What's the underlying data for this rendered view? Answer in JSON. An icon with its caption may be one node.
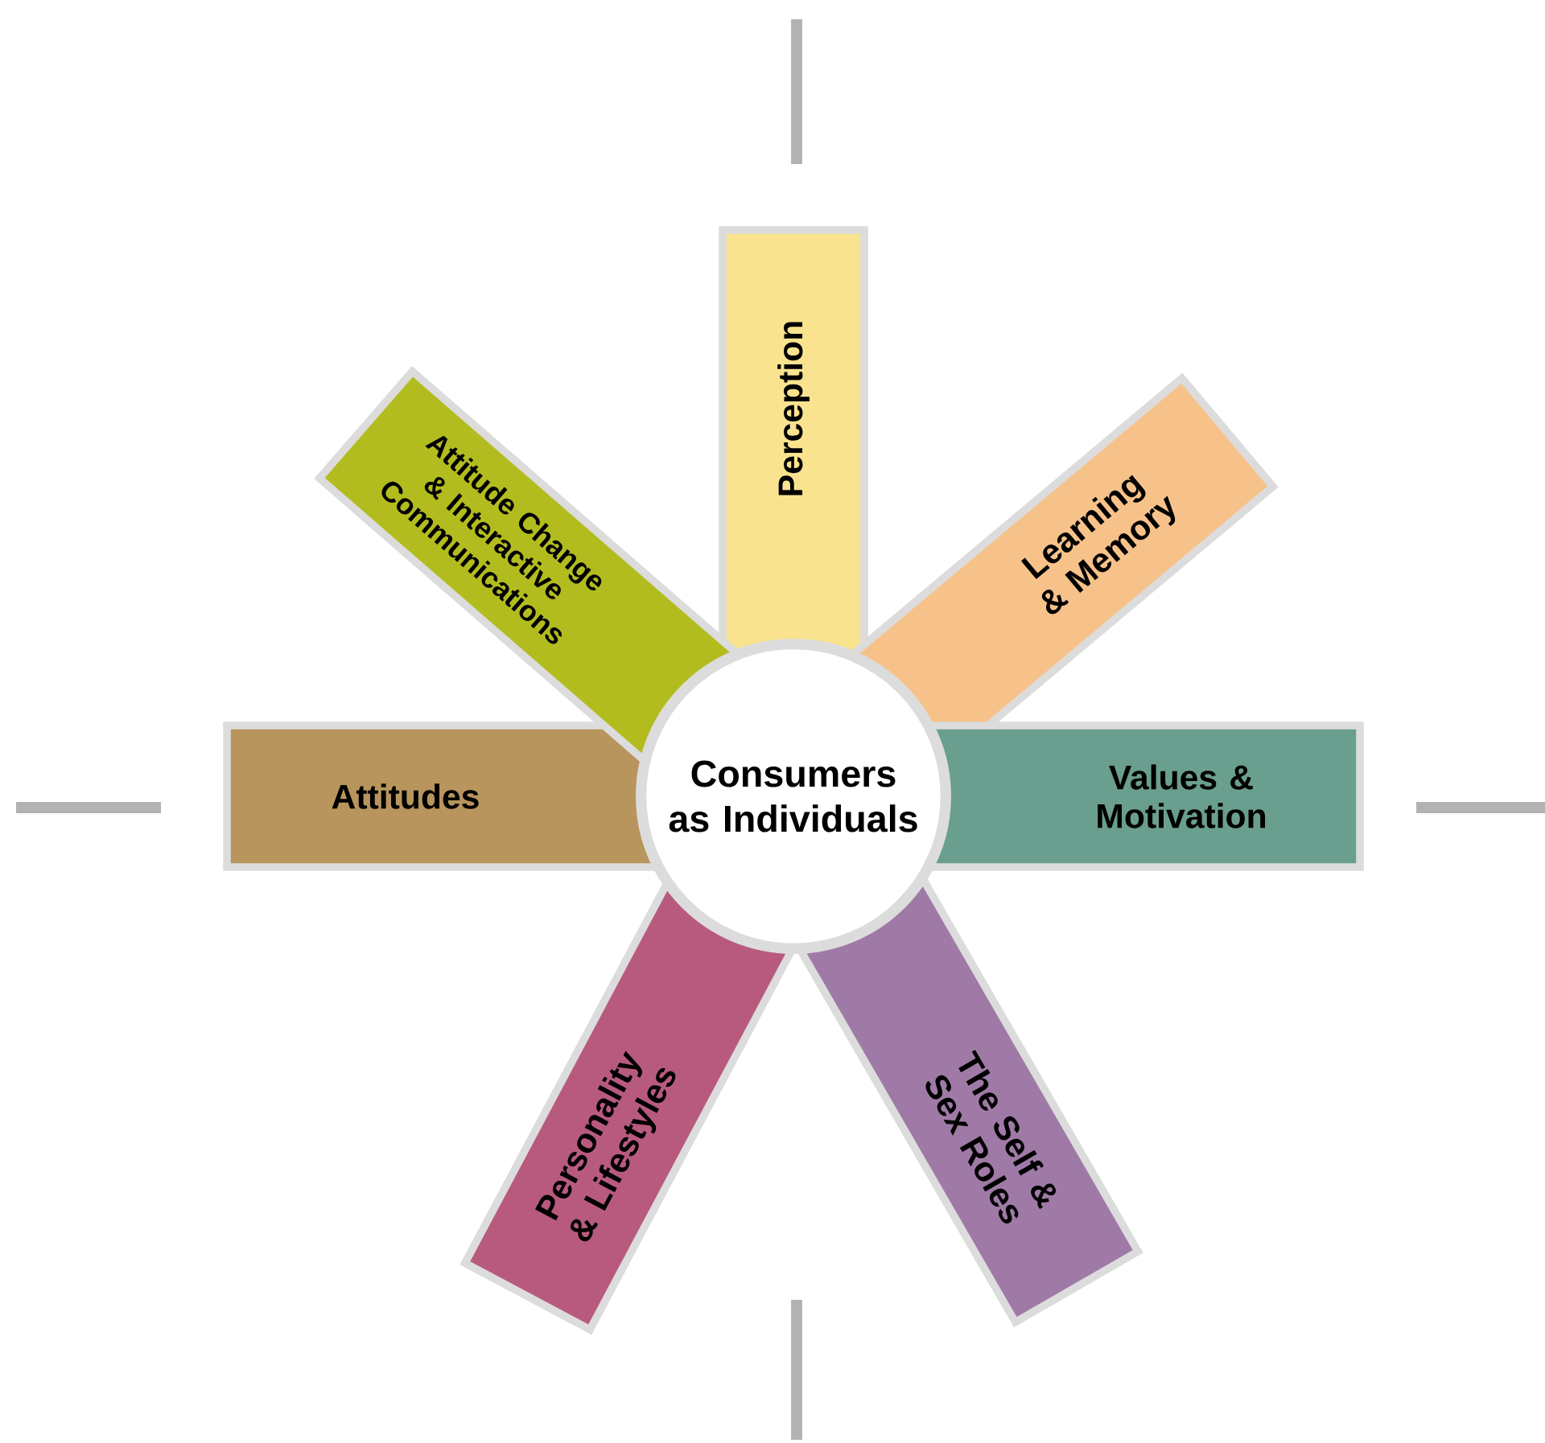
{
  "diagram": {
    "nodes": [
      {
        "text": [
          "Consumers as Individuals"
        ]
      },
      {
        "text": [
          "Perception"
        ]
      },
      {
        "text": [
          "Learning & Memory"
        ]
      },
      {
        "text": [
          "Values & Motivation"
        ]
      },
      {
        "text": [
          "The Self & Sex Roles"
        ]
      },
      {
        "text": [
          "Personality & Lifestyles"
        ]
      },
      {
        "text": [
          "Attitudes"
        ]
      },
      {
        "text": [
          "Attitude Change & Interactive Communications"
        ]
      }
    ]
  }
}
